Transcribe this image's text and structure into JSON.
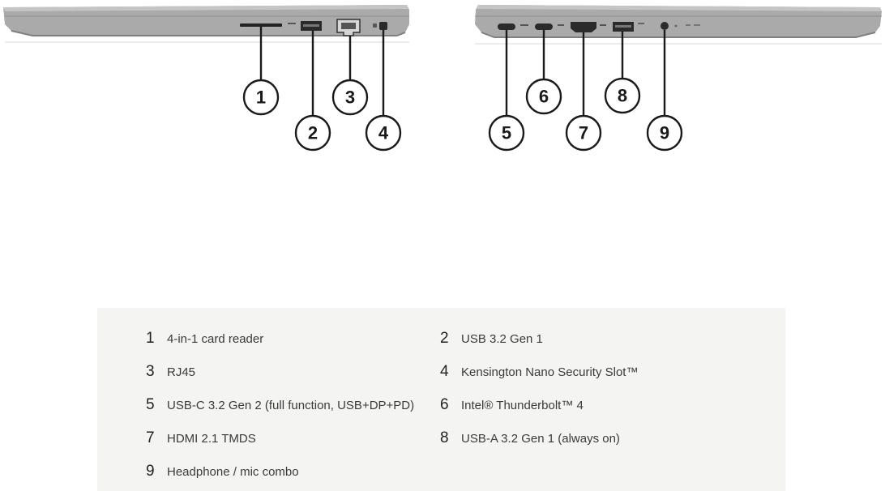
{
  "callouts": [
    "1",
    "2",
    "3",
    "4",
    "5",
    "6",
    "7",
    "8",
    "9"
  ],
  "legend": [
    {
      "number": "1",
      "text": "4-in-1 card reader"
    },
    {
      "number": "2",
      "text": "USB 3.2 Gen 1"
    },
    {
      "number": "3",
      "text": "RJ45"
    },
    {
      "number": "4",
      "text": "Kensington Nano Security Slot™"
    },
    {
      "number": "5",
      "text": "USB-C 3.2 Gen 2 (full function, USB+DP+PD)"
    },
    {
      "number": "6",
      "text": "Intel® Thunderbolt™ 4"
    },
    {
      "number": "7",
      "text": "HDMI 2.1 TMDS"
    },
    {
      "number": "8",
      "text": "USB-A 3.2 Gen 1 (always on)"
    },
    {
      "number": "9",
      "text": "Headphone / mic combo"
    }
  ],
  "colors": {
    "chassis": "#a9aaa9",
    "chassis_dark": "#7f807f",
    "legend_background": "#f4f4f2"
  }
}
